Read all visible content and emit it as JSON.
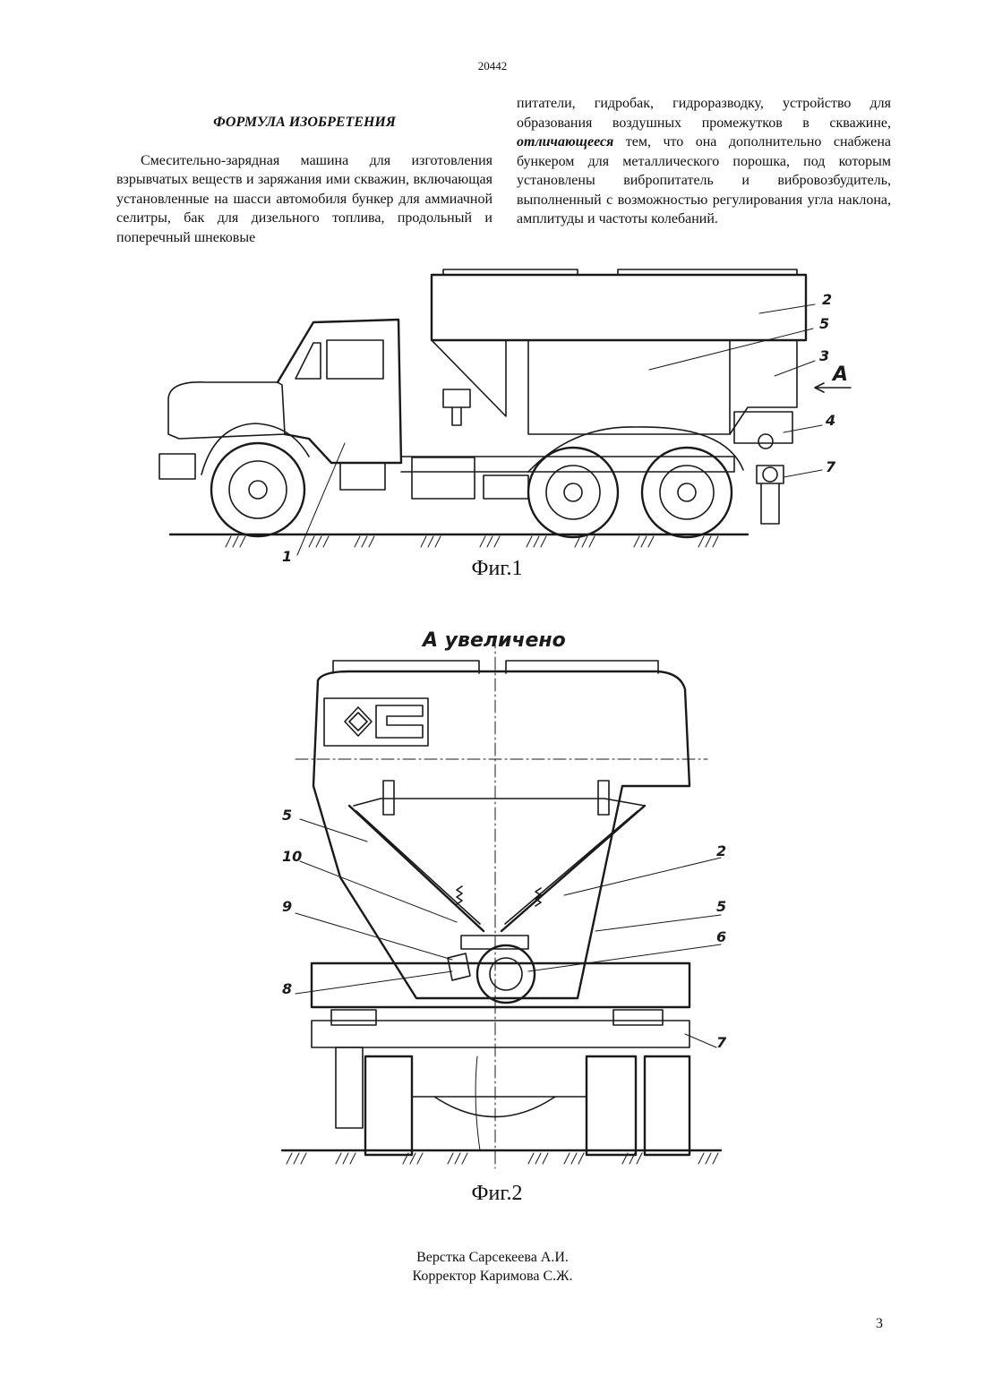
{
  "patent_number": "20442",
  "claims": {
    "heading": "ФОРМУЛА ИЗОБРЕТЕНИЯ",
    "text_left": "Смесительно-зарядная машина для изготовления взрывчатых веществ и заряжания ими скважин, включающая установленные на шасси автомобиля бункер для аммиачной селитры, бак для дизельного топлива, продольный и поперечный шнековые",
    "text_right_start": "питатели, гидробак, гидроразводку, устройство для образования воздушных промежутков в скважине,",
    "emphasis_word": "отличающееся",
    "text_right_end": "тем, что она дополнительно снабжена бункером для металлического порошка, под которым установлены вибропитатель и вибровозбудитель, выполненный с возможностью регулирования угла наклона, амплитуды и частоты колебаний."
  },
  "figure1": {
    "caption": "Фиг.1",
    "labels": [
      "1",
      "2",
      "5",
      "3",
      "A",
      "4",
      "7"
    ]
  },
  "figure2": {
    "caption": "Фиг.2",
    "title": "А увеличено",
    "labels": [
      "5",
      "10",
      "9",
      "8",
      "2",
      "5",
      "6",
      "7"
    ]
  },
  "credits": {
    "layout": "Верстка Сарсекеева А.И.",
    "proofreader": "Корректор Каримова С.Ж."
  },
  "page_number": "3"
}
